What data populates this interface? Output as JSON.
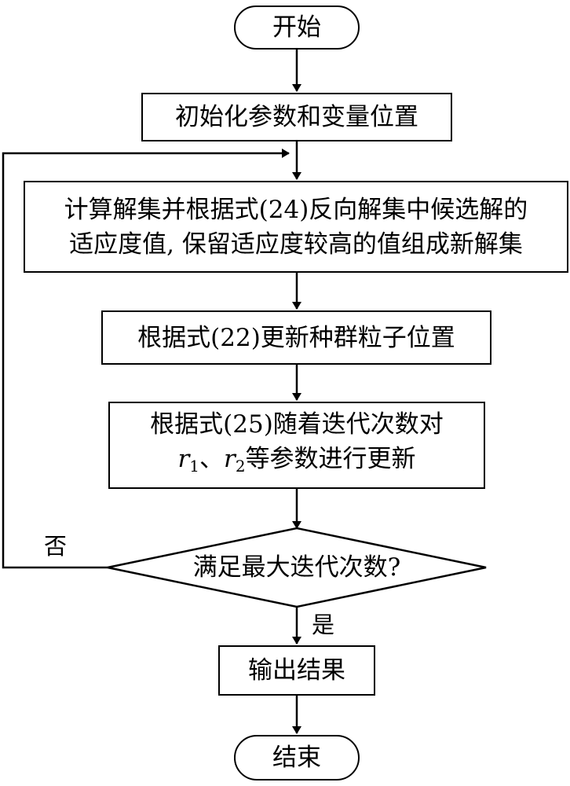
{
  "nodes": {
    "start": "开始",
    "init": "初始化参数和变量位置",
    "compute_line1": "计算解集并根据式(24)反向解集中候选解的",
    "compute_line2": "适应度值, 保留适应度较高的值组成新解集",
    "update_positions": "根据式(22)更新种群粒子位置",
    "update_params_line1": "根据式(25)随着迭代次数对",
    "update_params_r1": "r",
    "update_params_r1_sub": "1",
    "update_params_sep": "、",
    "update_params_r2": "r",
    "update_params_r2_sub": "2",
    "update_params_rest": "等参数进行更新",
    "decision": "满足最大迭代次数?",
    "output": "输出结果",
    "end": "结束"
  },
  "edge_labels": {
    "no": "否",
    "yes": "是"
  }
}
